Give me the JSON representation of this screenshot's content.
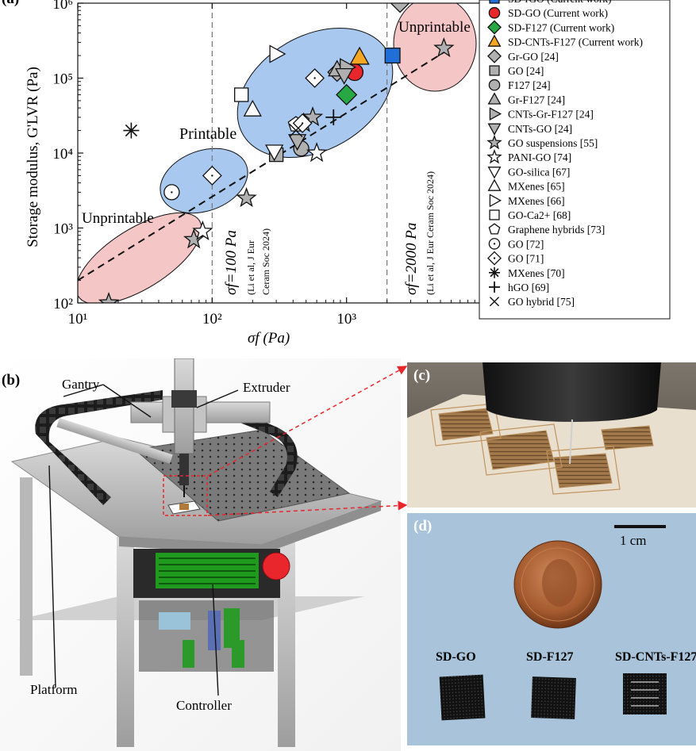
{
  "figure": {
    "panel_a_label": "(a)",
    "panel_b_label": "(b)",
    "panel_c_label": "(c)",
    "panel_d_label": "(d)"
  },
  "chart_data": {
    "type": "scatter",
    "title": "",
    "xlabel": "σf (Pa)",
    "ylabel": "Storage modulus, G'LVR (Pa)",
    "x_scale": "log",
    "y_scale": "log",
    "xlim": [
      10,
      10000
    ],
    "ylim": [
      100,
      1000000
    ],
    "x_ticks": [
      "10¹",
      "10²",
      "10³"
    ],
    "y_ticks": [
      "10²",
      "10³",
      "10⁴",
      "10⁵",
      "10⁶"
    ],
    "grid": false,
    "legend_position": "right-outside",
    "region_labels": {
      "printable": "Printable",
      "unprintable_low": "Unprintable",
      "unprintable_high": "Unprintable"
    },
    "threshold_lines": [
      {
        "x": 100,
        "label": "σf=100 Pa",
        "note": "(Li et al, J Eur Ceram Soc 2024)"
      },
      {
        "x": 2000,
        "label": "σf=2000 Pa",
        "note": "(Li et al, J Eur Ceram Soc 2024)"
      }
    ],
    "trend_line": {
      "x": [
        10,
        5500
      ],
      "y": [
        200,
        230000
      ],
      "style": "dashed"
    },
    "series": [
      {
        "name": "SD-rGO (Current work)",
        "marker": "square",
        "fill": "#1f6fd6",
        "points": [
          [
            2200,
            200000
          ]
        ]
      },
      {
        "name": "SD-GO (Current work)",
        "marker": "circle",
        "fill": "#e8262c",
        "points": [
          [
            1150,
            120000
          ]
        ]
      },
      {
        "name": "SD-F127 (Current work)",
        "marker": "diamond",
        "fill": "#27a844",
        "points": [
          [
            1000,
            60000
          ]
        ]
      },
      {
        "name": "SD-CNTs-F127 (Current work)",
        "marker": "triangle-up",
        "fill": "#f5a623",
        "points": [
          [
            1250,
            190000
          ]
        ]
      },
      {
        "name": "Gr-GO [24]",
        "marker": "diamond",
        "fill": "#b0b0b0",
        "points": [
          [
            2500,
            1000000
          ],
          [
            850,
            120000
          ]
        ]
      },
      {
        "name": "GO [24]",
        "marker": "square",
        "fill": "#b0b0b0",
        "points": [
          [
            300,
            9500
          ]
        ]
      },
      {
        "name": "F127 [24]",
        "marker": "circle",
        "fill": "#b0b0b0",
        "points": [
          [
            460,
            11500
          ]
        ]
      },
      {
        "name": "Gr-F127 [24]",
        "marker": "triangle-up",
        "fill": "#b0b0b0",
        "points": [
          [
            850,
            130000
          ]
        ]
      },
      {
        "name": "CNTs-Gr-F127 [24]",
        "marker": "triangle-right",
        "fill": "#b0b0b0",
        "points": [
          [
            1000,
            140000
          ]
        ]
      },
      {
        "name": "CNTs-GO [24]",
        "marker": "triangle-down",
        "fill": "#b0b0b0",
        "points": [
          [
            430,
            14500
          ],
          [
            960,
            110000
          ]
        ]
      },
      {
        "name": "GO suspensions [55]",
        "marker": "star",
        "fill": "#b0b0b0",
        "points": [
          [
            17,
            100
          ],
          [
            73,
            700
          ],
          [
            180,
            2500
          ],
          [
            480,
            25000
          ],
          [
            560,
            30000
          ],
          [
            5300,
            250000
          ]
        ]
      },
      {
        "name": "PANI-GO [74]",
        "marker": "star",
        "fill": "#ffffff",
        "points": [
          [
            85,
            900
          ],
          [
            600,
            10000
          ]
        ]
      },
      {
        "name": "GO-silica [67]",
        "marker": "triangle-down",
        "fill": "#ffffff",
        "points": [
          [
            290,
            10500
          ]
        ]
      },
      {
        "name": "MXenes [65]",
        "marker": "triangle-up",
        "fill": "#ffffff",
        "points": [
          [
            200,
            38000
          ]
        ]
      },
      {
        "name": "MXenes [66]",
        "marker": "triangle-right",
        "fill": "#ffffff",
        "points": [
          [
            300,
            210000
          ]
        ]
      },
      {
        "name": "GO-Ca2+ [68]",
        "marker": "square",
        "fill": "#ffffff",
        "points": [
          [
            165,
            60000
          ]
        ]
      },
      {
        "name": "Graphene hybrids [73]",
        "marker": "pentagon",
        "fill": "#ffffff",
        "points": [
          [
            420,
            24000
          ]
        ]
      },
      {
        "name": "GO [72]",
        "marker": "circle-dot",
        "fill": "#ffffff",
        "points": [
          [
            50,
            3000
          ]
        ]
      },
      {
        "name": "GO [71]",
        "marker": "diamond-dot",
        "fill": "#ffffff",
        "points": [
          [
            100,
            5000
          ],
          [
            580,
            100000
          ],
          [
            470,
            25000
          ]
        ]
      },
      {
        "name": "MXenes [70]",
        "marker": "asterisk",
        "fill": "#111111",
        "points": [
          [
            25,
            20000
          ]
        ]
      },
      {
        "name": "hGO [69]",
        "marker": "plus",
        "fill": "#111111",
        "points": [
          [
            800,
            30000
          ]
        ]
      },
      {
        "name": "GO hybrid [75]",
        "marker": "cross",
        "fill": "#111111",
        "points": [
          [
            420,
            20000
          ]
        ]
      }
    ]
  },
  "panel_b": {
    "labels": {
      "gantry": "Gantry",
      "extruder": "Extruder",
      "platform": "Platform",
      "controller": "Controller"
    }
  },
  "panel_d": {
    "scale_bar": "1 cm",
    "samples": [
      "SD-GO",
      "SD-F127",
      "SD-CNTs-F127"
    ]
  },
  "colors": {
    "printable_region": "#a9c8f0",
    "unprintable_region": "#f5c6c6",
    "accent_red": "#e8262c",
    "accent_blue": "#1f6fd6",
    "accent_green": "#27a844",
    "accent_orange": "#f5a623",
    "marker_gray": "#b0b0b0"
  }
}
